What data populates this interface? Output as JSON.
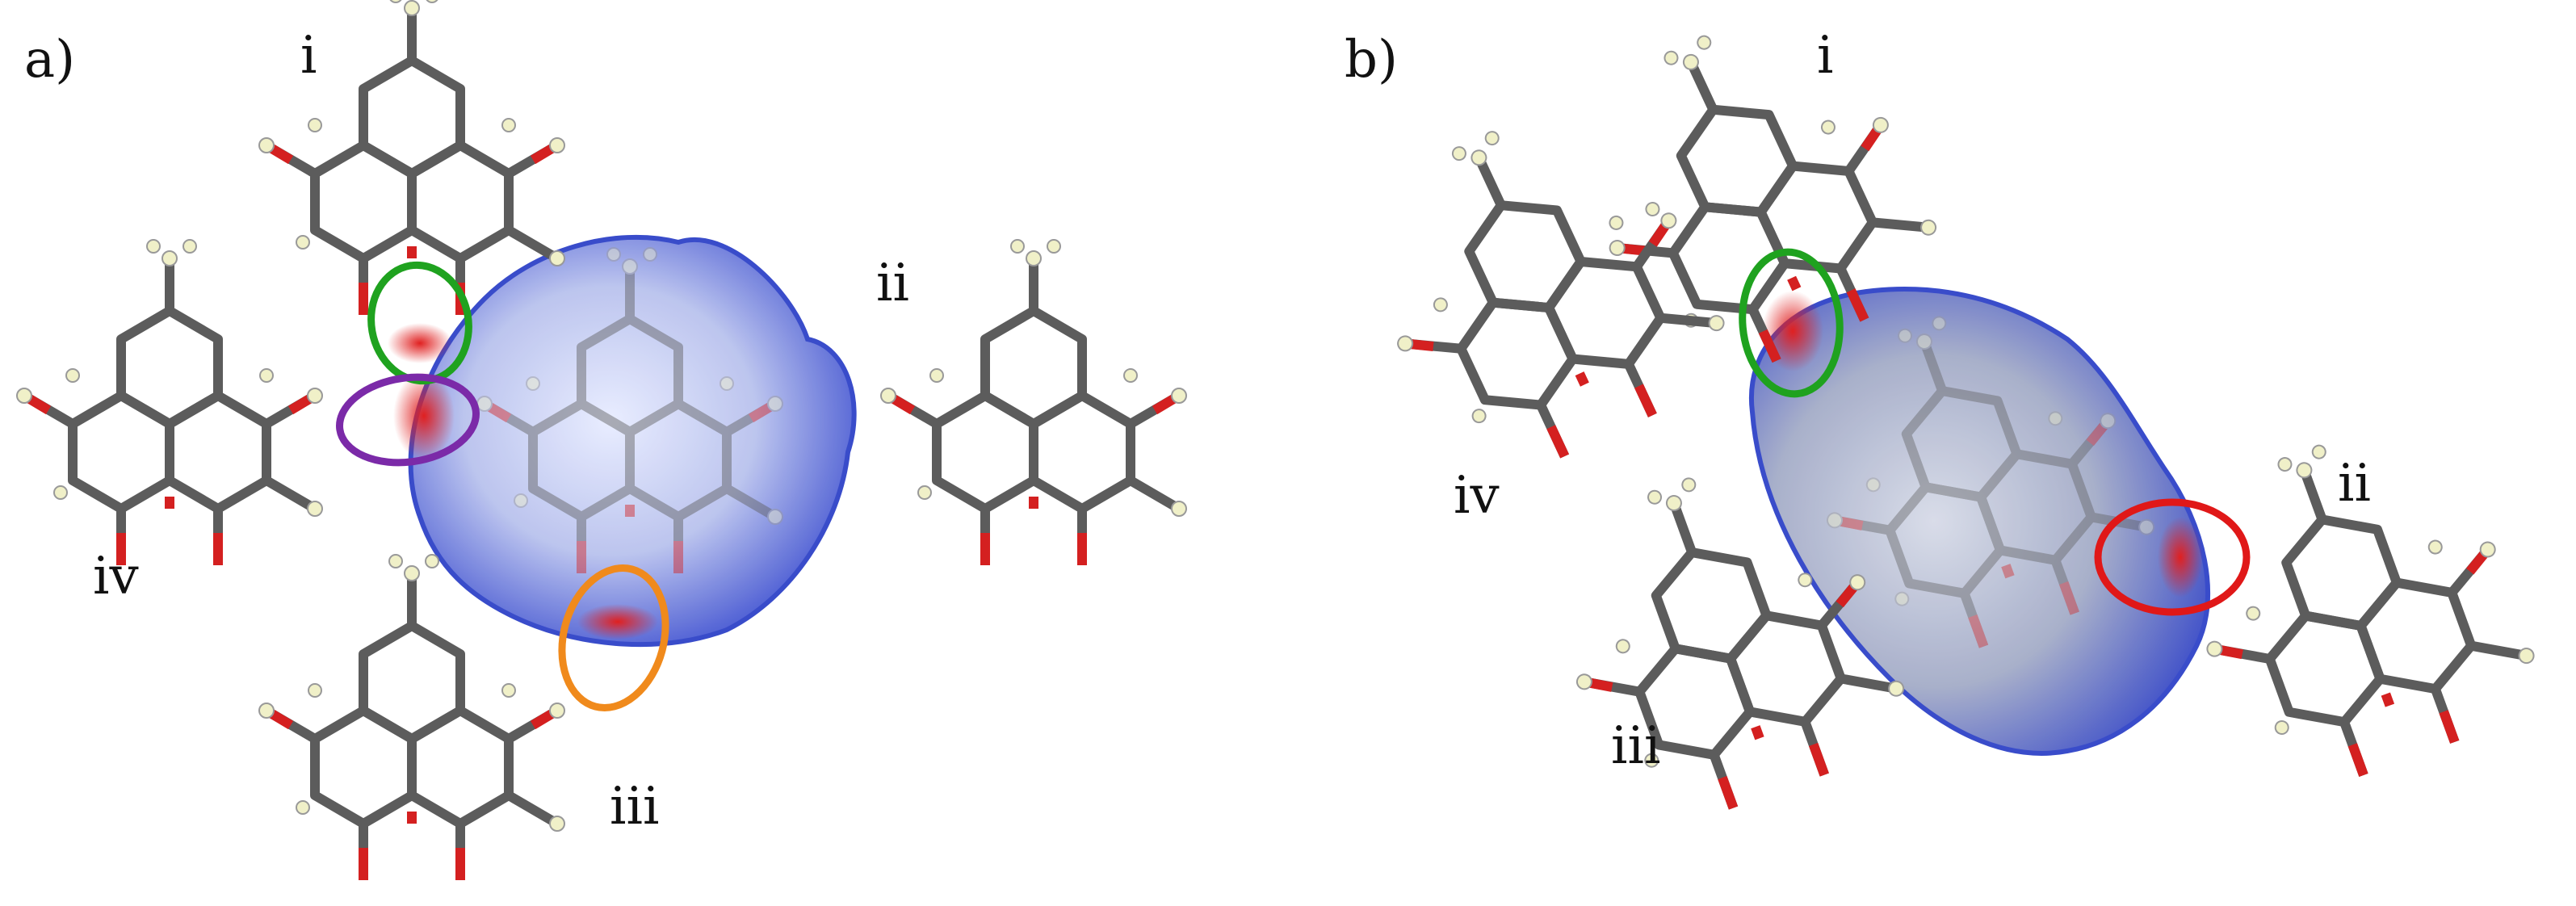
{
  "panels": [
    {
      "label": "a)",
      "molecules": [
        "i",
        "ii",
        "iii",
        "iv"
      ],
      "highlights": [
        {
          "color": "#1fa21f"
        },
        {
          "color": "#7b2aa8"
        },
        {
          "color": "#f08a1c"
        }
      ]
    },
    {
      "label": "b)",
      "molecules": [
        "i",
        "ii",
        "iii",
        "iv"
      ],
      "highlights": [
        {
          "color": "#1fa21f"
        },
        {
          "color": "#e01818"
        }
      ]
    }
  ],
  "colors": {
    "surface": "#7f8fd6",
    "surface_edge": "#3c4fd0",
    "bond": "#6e6e6e",
    "oxygen": "#d42020",
    "hydrogen": "#f0f0c8",
    "contact": "#d83030"
  }
}
